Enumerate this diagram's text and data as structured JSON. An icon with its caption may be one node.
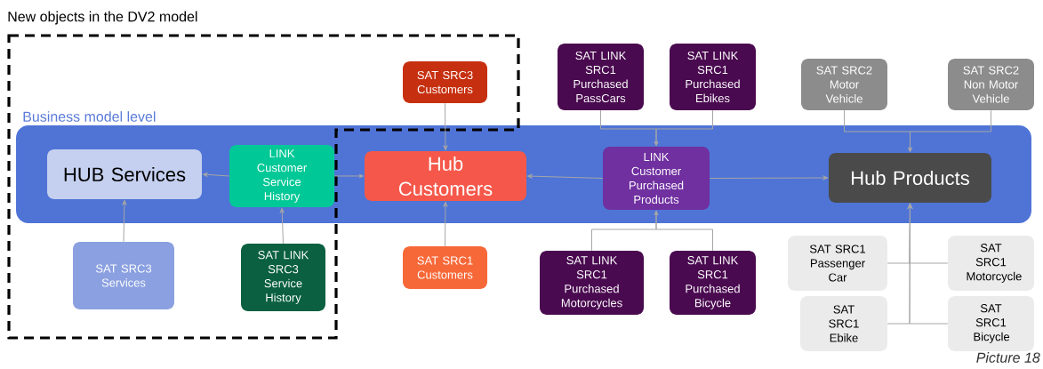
{
  "diagram": {
    "caption": "Picture 18",
    "nodes": [
      {
        "text": [
          "Business model level"
        ]
      },
      {
        "text": [
          "HUB Services"
        ],
        "in": 0
      },
      {
        "text": [
          "LINK Customer Service History"
        ],
        "in": 0
      },
      {
        "text": [
          "Hub Customers"
        ],
        "in": 0
      },
      {
        "text": [
          "LINK Customer Purchased Products"
        ],
        "in": 0
      },
      {
        "text": [
          "Hub Products"
        ],
        "in": 0
      },
      {
        "text": [
          "SAT SRC3 Customers"
        ]
      },
      {
        "text": [
          "SAT LINK SRC1 Purchased PassCars"
        ]
      },
      {
        "text": [
          "SAT LINK SRC1 Purchased Ebikes"
        ]
      },
      {
        "text": [
          "SAT SRC2 Motor Vehicle"
        ]
      },
      {
        "text": [
          "SAT SRC2 Non Motor Vehicle"
        ]
      },
      {
        "text": [
          "SAT SRC3 Services"
        ]
      },
      {
        "text": [
          "SAT LINK SRC3 Service History"
        ]
      },
      {
        "text": [
          "SAT SRC1 Customers"
        ]
      },
      {
        "text": [
          "SAT LINK SRC1 Purchased Motorcycles"
        ]
      },
      {
        "text": [
          "SAT LINK SRC1 Purchased Bicycle"
        ]
      },
      {
        "text": [
          "SAT SRC1 Passenger Car"
        ]
      },
      {
        "text": [
          "SAT SRC1 Motorcycle"
        ]
      },
      {
        "text": [
          "SAT SRC1 Ebike"
        ]
      },
      {
        "text": [
          "SAT SRC1 Bicycle"
        ]
      }
    ],
    "edges": [
      {
        "from": 2,
        "to": 1,
        "arrow": "to"
      },
      {
        "from": 2,
        "to": 3,
        "arrow": "to"
      },
      {
        "from": 4,
        "to": 3,
        "arrow": "to"
      },
      {
        "from": 4,
        "to": 5,
        "arrow": "to"
      },
      {
        "from": 6,
        "to": 3,
        "arrow": "to"
      },
      {
        "from": 7,
        "to": 4,
        "arrow": "to"
      },
      {
        "from": 8,
        "to": 4,
        "arrow": "to"
      },
      {
        "from": 9,
        "to": 5,
        "arrow": "to"
      },
      {
        "from": 10,
        "to": 5,
        "arrow": "to"
      },
      {
        "from": 11,
        "to": 1,
        "arrow": "to"
      },
      {
        "from": 12,
        "to": 2,
        "arrow": "to"
      },
      {
        "from": 13,
        "to": 3,
        "arrow": "to"
      },
      {
        "from": 14,
        "to": 4,
        "arrow": "to"
      },
      {
        "from": 15,
        "to": 4,
        "arrow": "to"
      },
      {
        "from": 16,
        "to": 5,
        "arrow": "to"
      },
      {
        "from": 17,
        "to": 5,
        "arrow": "to"
      },
      {
        "from": 18,
        "to": 5,
        "arrow": "to"
      },
      {
        "from": 19,
        "to": 5,
        "arrow": "to"
      }
    ],
    "labels": [
      "New objects in the DV2 model"
    ]
  }
}
